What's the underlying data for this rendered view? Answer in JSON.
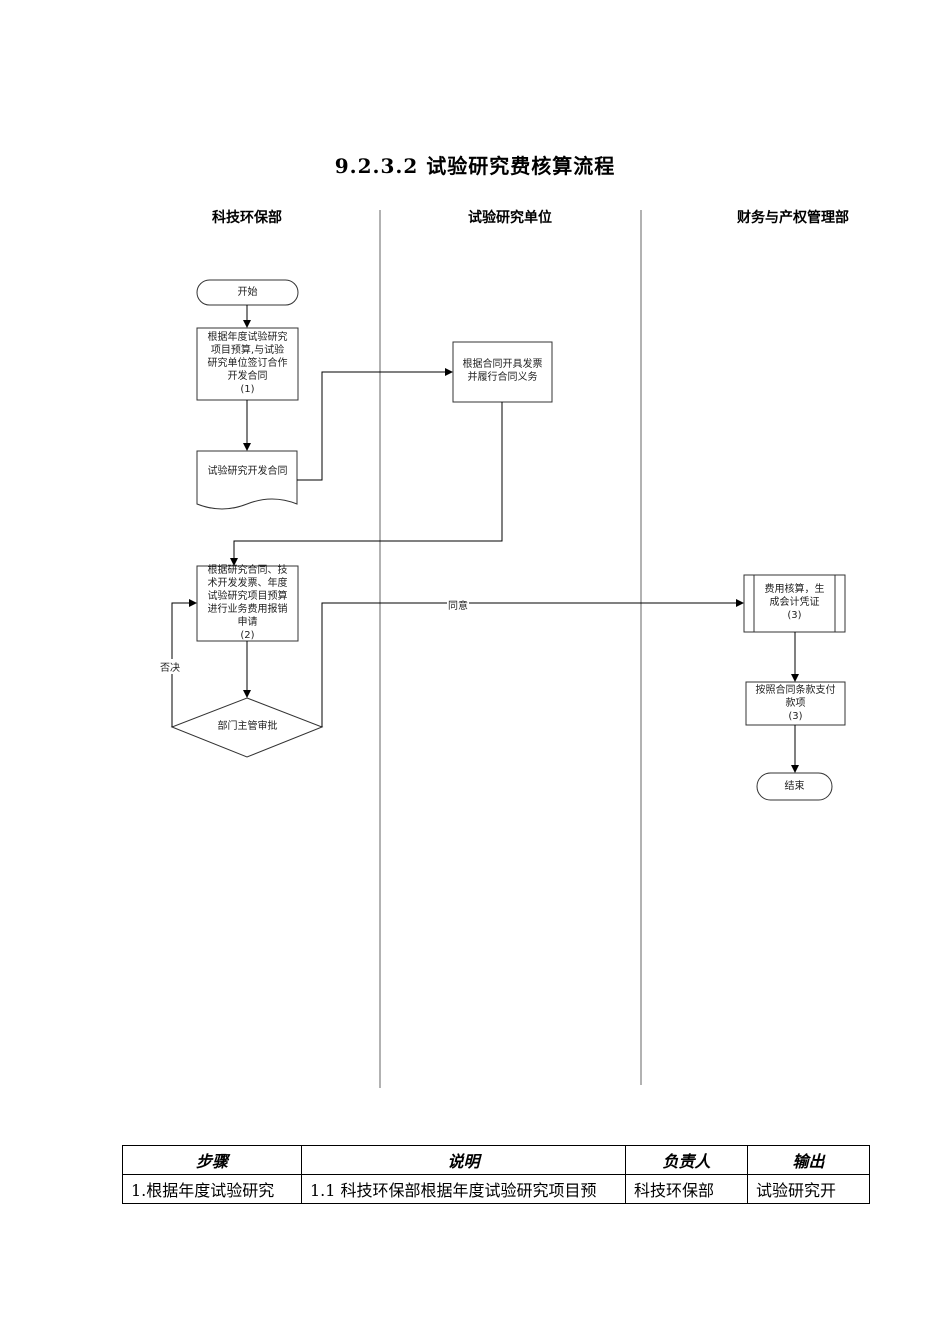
{
  "title": "9.2.3.2 试验研究费核算流程",
  "lanes": [
    "科技环保部",
    "试验研究单位",
    "财务与产权管理部"
  ],
  "nodes": {
    "start": "开始",
    "n1": [
      "根据年度试验研究",
      "项目预算,与试验",
      "研究单位签订合作",
      "开发合同",
      "(1)"
    ],
    "doc": "试验研究开发合同",
    "n_unit": [
      "根据合同开具发票",
      "并履行合同义务"
    ],
    "n2": [
      "根据研究合同、技",
      "术开发发票、年度",
      "试验研究项目预算",
      "进行业务费用报销",
      "申请",
      "(2)"
    ],
    "decision": "部门主管审批",
    "n3": [
      "费用核算，生",
      "成会计凭证",
      "(3)"
    ],
    "n4": [
      "按照合同条款支付",
      "款项",
      "(3)"
    ],
    "end": "结束"
  },
  "edge_labels": {
    "agree": "同意",
    "reject": "否决"
  },
  "table": {
    "headers": [
      "步骤",
      "说明",
      "负责人",
      "输出"
    ],
    "rows": [
      [
        "1.根据年度试验研究",
        "1.1 科技环保部根据年度试验研究项目预",
        "科技环保部",
        "试验研究开"
      ]
    ]
  }
}
